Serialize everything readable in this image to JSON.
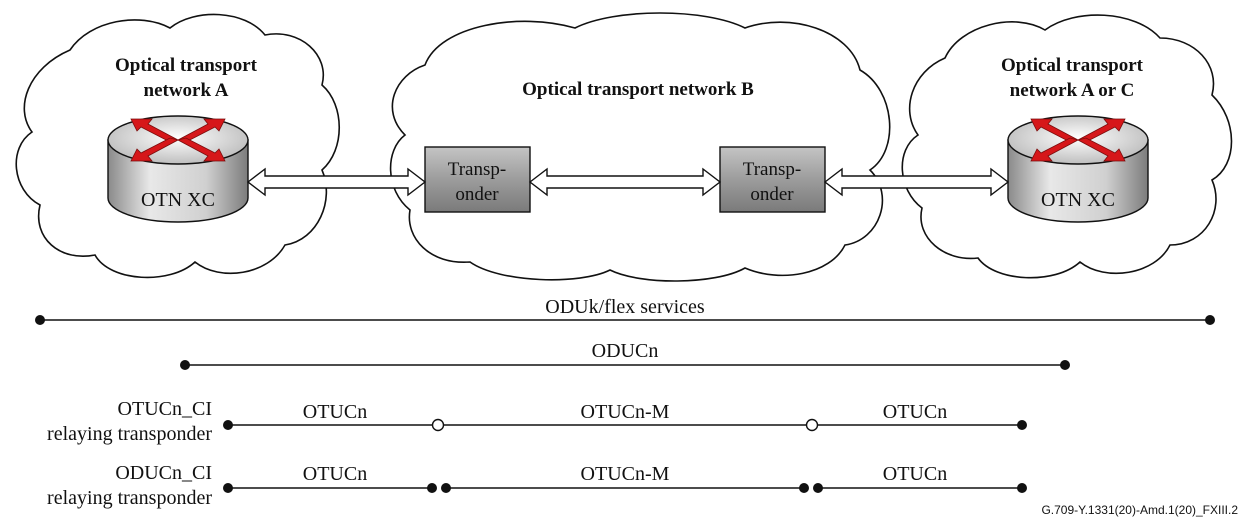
{
  "networks": {
    "a": {
      "title_line1": "Optical transport",
      "title_line2": "network A"
    },
    "b": {
      "title": "Optical transport network B"
    },
    "c": {
      "title_line1": "Optical transport",
      "title_line2": "network A or C"
    }
  },
  "nodes": {
    "otn_xc_left": "OTN XC",
    "otn_xc_right": "OTN XC",
    "transponder_line1": "Transp-",
    "transponder_line2": "onder"
  },
  "layers": {
    "oduk_flex": "ODUk/flex services",
    "oducn": "ODUCn"
  },
  "rows": {
    "otucn_ci": {
      "label_line1": "OTUCn_CI",
      "label_line2": "relaying transponder",
      "segments": [
        "OTUCn",
        "OTUCn-M",
        "OTUCn"
      ]
    },
    "oducn_ci": {
      "label_line1": "ODUCn_CI",
      "label_line2": "relaying transponder",
      "segments": [
        "OTUCn",
        "OTUCn-M",
        "OTUCn"
      ]
    }
  },
  "figure_ref": "G.709-Y.1331(20)-Amd.1(20)_FXIII.2",
  "colors": {
    "stroke": "#111111",
    "arrow_red": "#d6171a",
    "box_fill": "#9a9a9a"
  }
}
